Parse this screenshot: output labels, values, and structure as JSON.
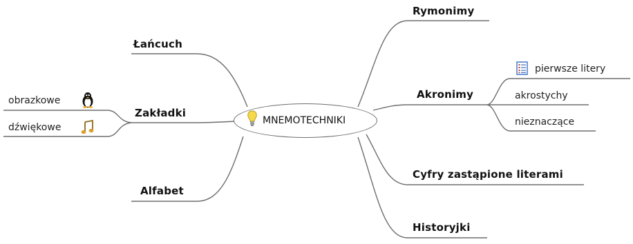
{
  "center": {
    "label": "MNEMOTECHNIKI",
    "icon": "lightbulb-icon"
  },
  "left_branches": [
    {
      "label": "Łańcuch"
    },
    {
      "label": "Zakładki",
      "children": [
        {
          "label": "obrazkowe",
          "icon": "penguin-icon"
        },
        {
          "label": "dźwiękowe",
          "icon": "music-notes-icon"
        }
      ]
    },
    {
      "label": "Alfabet"
    }
  ],
  "right_branches": [
    {
      "label": "Rymonimy"
    },
    {
      "label": "Akronimy",
      "children": [
        {
          "label": "pierwsze litery",
          "icon": "list-icon"
        },
        {
          "label": "akrostychy"
        },
        {
          "label": "nieznaczące"
        }
      ]
    },
    {
      "label": "Cyfry zastąpione literami"
    },
    {
      "label": "Historyjki"
    }
  ],
  "colors": {
    "connector": "#6d6d6d",
    "text": "#111111",
    "bulb": "#f5d94a",
    "list_icon": "#3a6fc4"
  }
}
